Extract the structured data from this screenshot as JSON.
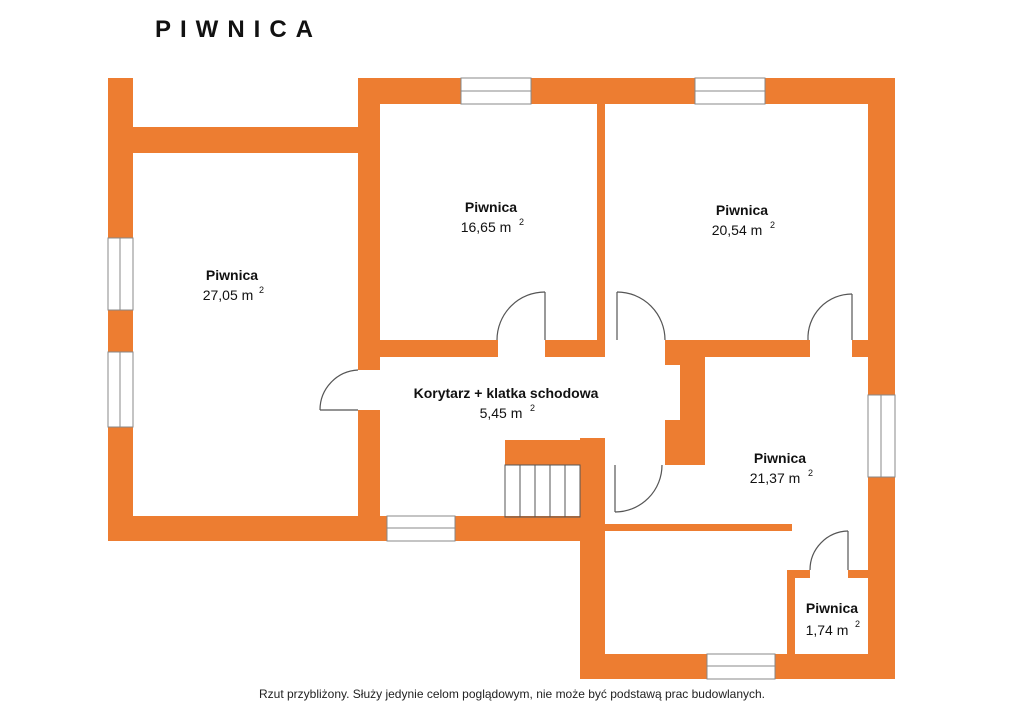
{
  "title": "PIWNICA",
  "colors": {
    "wall": "#ED7D31",
    "floor": "#FFFFFF",
    "line": "#555555"
  },
  "rooms": [
    {
      "id": "left",
      "name": "Piwnica",
      "area": "27,05 m",
      "sup": "2"
    },
    {
      "id": "top-middle",
      "name": "Piwnica",
      "area": "16,65 m",
      "sup": "2"
    },
    {
      "id": "top-right",
      "name": "Piwnica",
      "area": "20,54 m",
      "sup": "2"
    },
    {
      "id": "corridor",
      "name": "Korytarz + klatka schodowa",
      "area": "5,45 m",
      "sup": "2"
    },
    {
      "id": "right",
      "name": "Piwnica",
      "area": "21,37 m",
      "sup": "2"
    },
    {
      "id": "small",
      "name": "Piwnica",
      "area": "1,74 m",
      "sup": "2"
    }
  ],
  "footer": "Rzut przybliżony. Służy jedynie celom poglądowym, nie może być podstawą prac budowlanych."
}
